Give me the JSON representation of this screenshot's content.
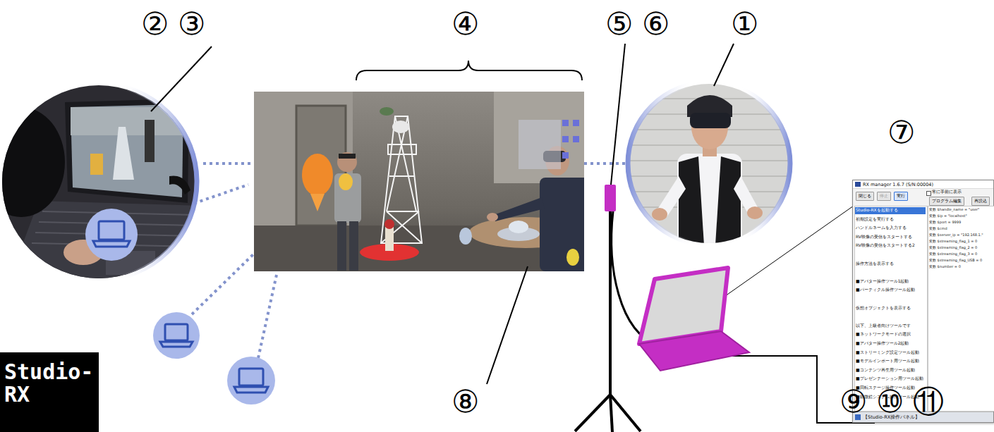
{
  "diagram": {
    "nodes": [
      {
        "text": [
          "RX manager 1.6.7 (S/N:00004)"
        ]
      },
      {
        "text": [
          "Studio- RX"
        ]
      }
    ],
    "labels": [
      "②",
      "③",
      "④",
      "⑤",
      "⑥",
      "①",
      "⑦",
      "⑧",
      "⑨",
      "⑩",
      "⑪",
      "閉じる",
      "停止",
      "実行",
      "常に手前に表示",
      "プログラム編集",
      "再読込",
      "Studio-RXを起動する",
      "初期設定を実行する",
      "ハンドルネームを入力する",
      "RV映像の受信をスタートする",
      "RV映像の受信をスタートする2",
      "操作方法を表示する",
      "■アバター操作ツール1起動",
      "■パーティクル操作ツール起動",
      "仮想オブジェクトを表示する",
      "以下、上級者向けツールです",
      "■ネットワークモードの選択",
      "■アバター操作ツール2起動",
      "■ストリーミング設定ツール起動",
      "■モデルインポート用ツール起動",
      "■コンテンツ再生用ツール起動",
      "■プレゼンテーション用ツール起動",
      "■回転ステージ操作ツール起動",
      "■顕微鏡システム操作ツール起動",
      "変数 $handle_name = \"user\"",
      "変数 $ip = \"localhost\"",
      "変数 $port = 9999",
      "変数 $cmd",
      "変数 $server_ip = \"192.168.1.\"",
      "変数 $streaming_flag_1 = 0",
      "変数 $streaming_flag_2 = 0",
      "変数 $streaming_flag_3 = 0",
      "変数 $streaming_flag_USB = 0",
      "変数 $number = 0",
      "【Studio-RX操作パネル】"
    ]
  }
}
